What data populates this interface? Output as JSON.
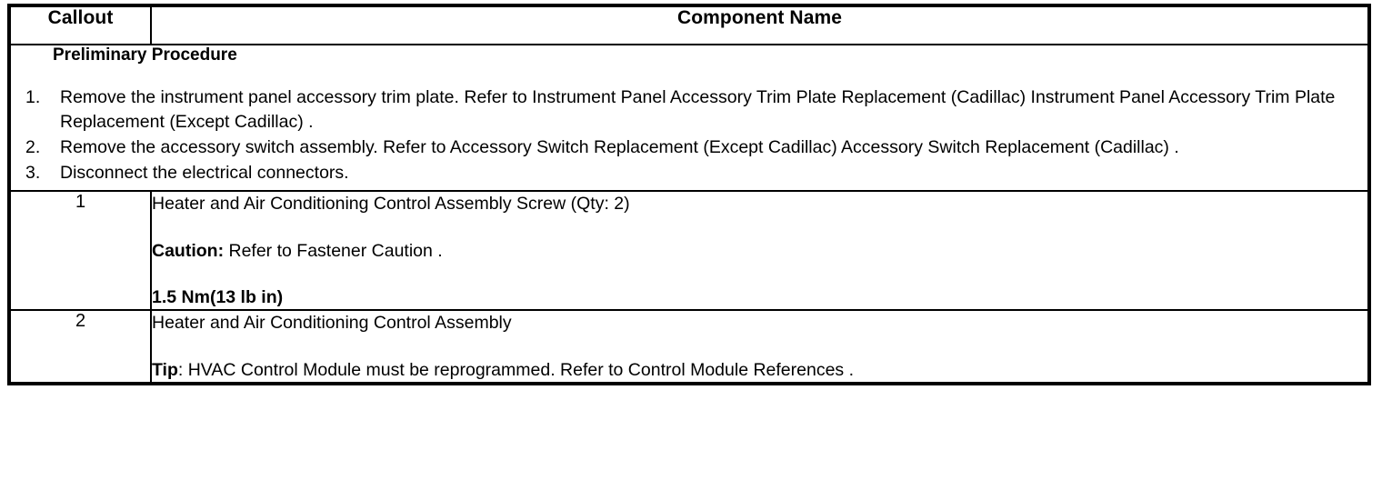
{
  "table": {
    "headers": {
      "callout": "Callout",
      "component_name": "Component Name"
    },
    "preliminary": {
      "title": "Preliminary Procedure",
      "steps": [
        "Remove the instrument panel accessory trim plate. Refer to Instrument Panel Accessory Trim Plate Replacement (Cadillac) Instrument Panel Accessory Trim Plate Replacement (Except Cadillac) .",
        "Remove the accessory switch assembly. Refer to Accessory Switch Replacement (Except Cadillac) Accessory Switch Replacement (Cadillac) .",
        "Disconnect the electrical connectors."
      ]
    },
    "rows": [
      {
        "callout": "1",
        "name": "Heater and Air Conditioning Control Assembly Screw (Qty: 2)",
        "caution_label": "Caution:",
        "caution_text": " Refer to Fastener Caution .",
        "torque": "1.5 Nm(13 lb in)"
      },
      {
        "callout": "2",
        "name": "Heater and Air Conditioning Control Assembly",
        "tip_label": "Tip",
        "tip_text": ": HVAC Control Module must be reprogrammed. Refer to Control Module References ."
      }
    ]
  }
}
